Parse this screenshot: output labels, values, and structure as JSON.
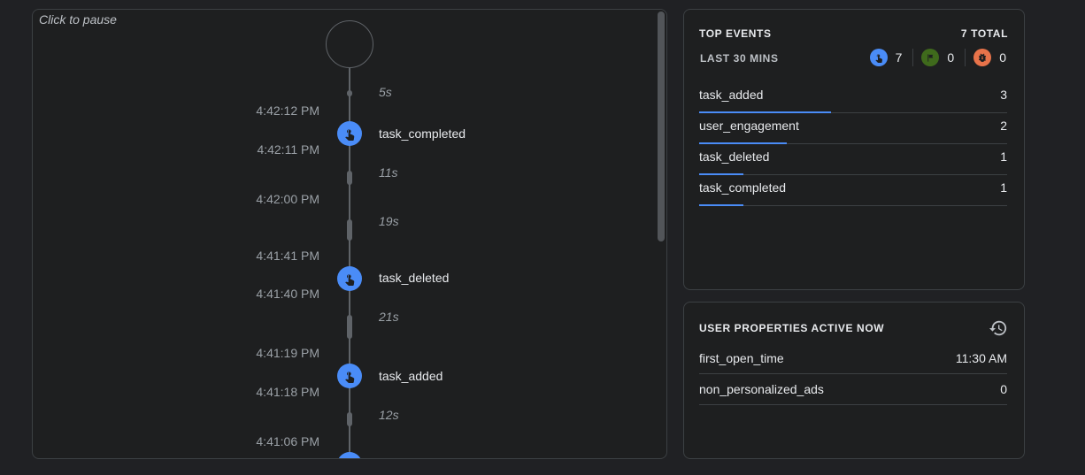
{
  "timeline": {
    "pause_hint": "Click to pause",
    "times": [
      "4:42:12 PM",
      "4:42:11 PM",
      "4:42:00 PM",
      "4:41:41 PM",
      "4:41:40 PM",
      "4:41:19 PM",
      "4:41:18 PM",
      "4:41:06 PM"
    ],
    "gaps": [
      "5s",
      "11s",
      "19s",
      "21s",
      "12s"
    ],
    "events": [
      "task_completed",
      "task_deleted",
      "task_added"
    ]
  },
  "top_events": {
    "heading": "TOP EVENTS",
    "total": "7 TOTAL",
    "range": "LAST 30 MINS",
    "counters": [
      {
        "icon": "touch-icon",
        "value": "7",
        "color": "#4a8cf7"
      },
      {
        "icon": "flag-icon",
        "value": "0",
        "color": "#3f6a1c"
      },
      {
        "icon": "bug-icon",
        "value": "0",
        "color": "#e8734a"
      }
    ],
    "rows": [
      {
        "label": "task_added",
        "count": "3",
        "share": 1.0
      },
      {
        "label": "user_engagement",
        "count": "2",
        "share": 0.667
      },
      {
        "label": "task_deleted",
        "count": "1",
        "share": 0.333
      },
      {
        "label": "task_completed",
        "count": "1",
        "share": 0.333
      }
    ],
    "bar_color": "#4a8cf7"
  },
  "user_properties": {
    "heading": "USER PROPERTIES ACTIVE NOW",
    "rows": [
      {
        "label": "first_open_time",
        "value": "11:30 AM"
      },
      {
        "label": "non_personalized_ads",
        "value": "0"
      }
    ]
  }
}
